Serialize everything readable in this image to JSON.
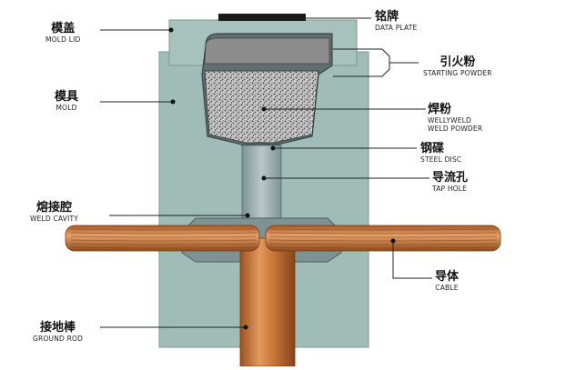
{
  "labels": {
    "mold_lid": {
      "zh": "模盖",
      "en": "MOLD LID"
    },
    "mold": {
      "zh": "模具",
      "en": "MOLD"
    },
    "weld_cavity": {
      "zh": "熔接腔",
      "en": "WELD CAVITY"
    },
    "ground_rod": {
      "zh": "接地棒",
      "en": "GROUND ROD"
    },
    "data_plate": {
      "zh": "铭牌",
      "en": "DATA PLATE"
    },
    "starting_powder": {
      "zh": "引火粉",
      "en": "STARTING POWDER"
    },
    "weld_powder": {
      "zh": "焊粉",
      "en": [
        "WELLYWELD",
        "WELD POWDER"
      ]
    },
    "steel_disc": {
      "zh": "钢碟",
      "en": "STEEL DISC"
    },
    "tap_hole": {
      "zh": "导流孔",
      "en": "TAP HOLE"
    },
    "cable": {
      "zh": "导体",
      "en": "CABLE"
    }
  },
  "colors": {
    "mold": "#9fbcb7",
    "mold_dark": "#8aa9a3",
    "channel": "#aab9ba",
    "powder_light": "#d8d8d8",
    "powder_dark": "#3a3a3a",
    "copper": "#c9773a",
    "copper_dark": "#8e4b1f",
    "copper_light": "#f0b07a",
    "plate": "#1a1a1a",
    "line": "#222222"
  }
}
